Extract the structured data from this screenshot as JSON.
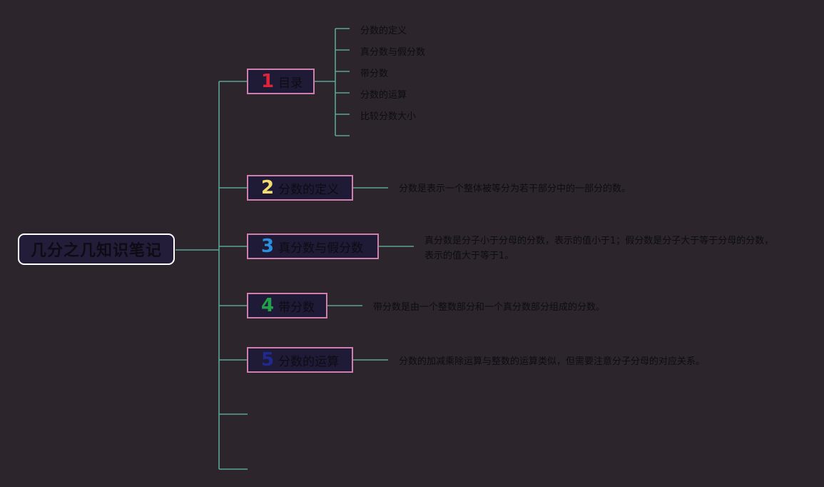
{
  "root": {
    "title": "几分之几知识笔记"
  },
  "topics": [
    {
      "num": "1",
      "label": "目录",
      "num_color": "#e0233a"
    },
    {
      "num": "2",
      "label": "分数的定义",
      "num_color": "#f2dd73"
    },
    {
      "num": "3",
      "label": "真分数与假分数",
      "num_color": "#2a8fe0"
    },
    {
      "num": "4",
      "label": "带分数",
      "num_color": "#22a04a"
    },
    {
      "num": "5",
      "label": "分数的运算",
      "num_color": "#1f2a8f"
    }
  ],
  "toc_items": [
    "分数的定义",
    "真分数与假分数",
    "带分数",
    "分数的运算",
    "比较分数大小"
  ],
  "descriptions": {
    "definition": "分数是表示一个整体被等分为若干部分中的一部分的数。",
    "proper_improper": "真分数是分子小于分母的分数，表示的值小于1；假分数是分子大于等于分母的分数，表示的值大于等于1。",
    "mixed": "带分数是由一个整数部分和一个真分数部分组成的分数。",
    "operations": "分数的加减乘除运算与整数的运算类似，但需要注意分子分母的对应关系。"
  },
  "colors": {
    "background": "#2c262c",
    "connector": "#5aa396",
    "topic_border": "#cf7fae",
    "root_border": "#ffffff"
  }
}
